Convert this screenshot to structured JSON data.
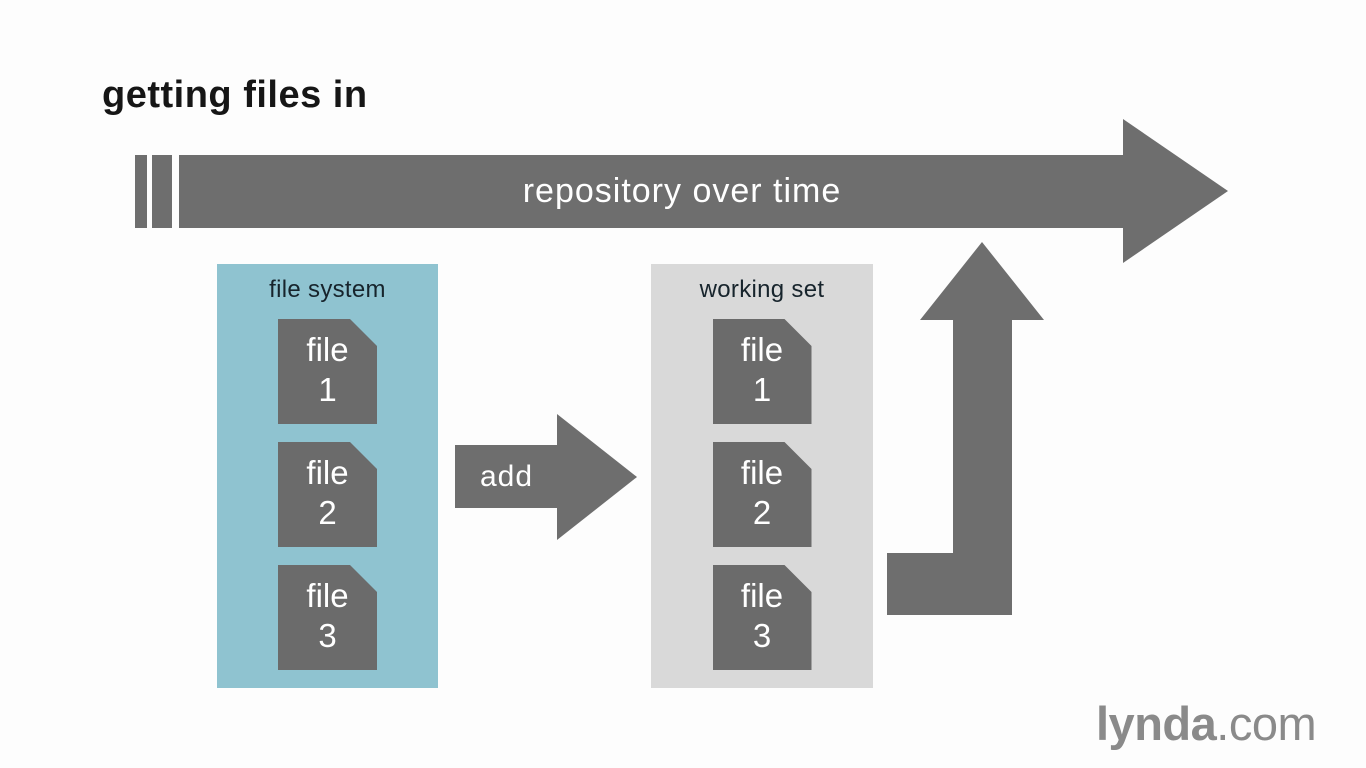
{
  "slide": {
    "title": "getting files in"
  },
  "colors": {
    "background": "#fdfdfd",
    "arrow_gray": "#6e6e6e",
    "file_icon_gray": "#6b6b6b",
    "filesystem_panel_blue": "#8fc3d0",
    "workingset_panel_gray": "#d9d9d9",
    "panel_label_dark": "#17242c",
    "arrow_label_white": "#ffffff",
    "title_black": "#161616",
    "logo_gray": "#8a8a8a"
  },
  "timeline_arrow": {
    "label": "repository over time",
    "icon": "right-arrow"
  },
  "filesystem_panel": {
    "label": "file system",
    "files": [
      {
        "word": "file",
        "number": "1"
      },
      {
        "word": "file",
        "number": "2"
      },
      {
        "word": "file",
        "number": "3"
      }
    ]
  },
  "add_arrow": {
    "label": "add",
    "icon": "right-arrow"
  },
  "workingset_panel": {
    "label": "working set",
    "files": [
      {
        "word": "file",
        "number": "1"
      },
      {
        "word": "file",
        "number": "2"
      },
      {
        "word": "file",
        "number": "3"
      }
    ]
  },
  "commit_arrow": {
    "icon": "bent-up-arrow"
  },
  "logo": {
    "brand": "lynda",
    "suffix": ".com"
  }
}
